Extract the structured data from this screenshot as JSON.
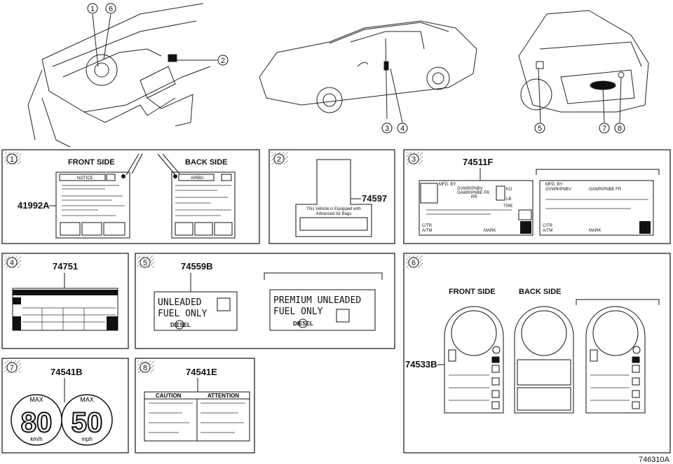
{
  "callouts": [
    "1",
    "6",
    "2",
    "3",
    "4",
    "5",
    "7",
    "8"
  ],
  "panels": {
    "p1": {
      "num": "1",
      "front_side": "FRONT SIDE",
      "back_side": "BACK SIDE",
      "part": "41992A",
      "notice": "NOTICE",
      "airbag": "AIRBG"
    },
    "p2": {
      "num": "2",
      "part": "74597",
      "text1": "This Vehicle is Equipped with",
      "text2": "Advanced Air Bags"
    },
    "p3": {
      "num": "3",
      "part": "74511F",
      "mfd": "MFD. BY:",
      "gvwr": "GVWR/PNBV",
      "gawr_fr": "GAWR/PNBE FR",
      "rr": "RR",
      "kg": "KG",
      "lb": "LB",
      "tire": "TIRE",
      "ctr": "C/TR",
      "atm": "A/TM",
      "mark": "MARK"
    },
    "p4": {
      "num": "4",
      "part": "74751"
    },
    "p5": {
      "num": "5",
      "part": "74559B",
      "line1a": "UNLEADED",
      "line1b": "FUEL ONLY",
      "line2a": "PREMIUM UNLEADED",
      "line2b": "FUEL ONLY",
      "diesel": "DIESEL"
    },
    "p6": {
      "num": "6",
      "front_side": "FRONT SIDE",
      "back_side": "BACK SIDE",
      "part": "74533B"
    },
    "p7": {
      "num": "7",
      "part": "74541B",
      "max1": "MAX",
      "val1": "80",
      "unit1": "km/h",
      "max2": "MAX",
      "val2": "50",
      "unit2": "mph"
    },
    "p8": {
      "num": "8",
      "part": "74541E",
      "caution": "CAUTION",
      "attention": "ATTENTION"
    }
  },
  "diagram_ref": "746310A"
}
